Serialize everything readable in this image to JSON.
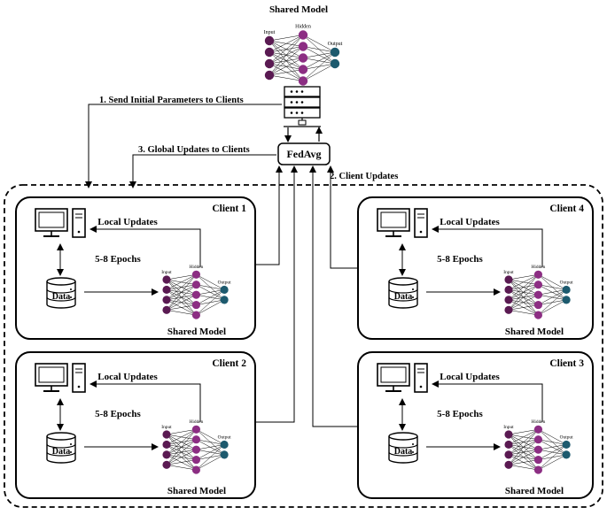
{
  "top": {
    "title": "Shared Model",
    "nn_input": "Input",
    "nn_hidden": "Hidden",
    "nn_output": "Output"
  },
  "server": {
    "icon": "server-rack-icon",
    "aggregator": "FedAvg"
  },
  "flows": {
    "send_initial": "1. Send Initial Parameters to Clients",
    "global_updates": "3. Global Updates to Clients",
    "client_updates": "2. Client Updates"
  },
  "clients": [
    {
      "name": "Client 1",
      "local_updates": "Local Updates",
      "epochs": "5-8 Epochs",
      "data": "Data",
      "model": "Shared Model",
      "nn_input": "Input",
      "nn_hidden": "Hidden",
      "nn_output": "Output"
    },
    {
      "name": "Client 4",
      "local_updates": "Local Updates",
      "epochs": "5-8 Epochs",
      "data": "Data",
      "model": "Shared Model",
      "nn_input": "Input",
      "nn_hidden": "Hidden",
      "nn_output": "Output"
    },
    {
      "name": "Client 2",
      "local_updates": "Local Updates",
      "epochs": "5-8 Epochs",
      "data": "Data",
      "model": "Shared Model",
      "nn_input": "Input",
      "nn_hidden": "Hidden",
      "nn_output": "Output"
    },
    {
      "name": "Client 3",
      "local_updates": "Local Updates",
      "epochs": "5-8 Epochs",
      "data": "Data",
      "model": "Shared Model",
      "nn_input": "Input",
      "nn_hidden": "Hidden",
      "nn_output": "Output"
    }
  ],
  "colors": {
    "input_node": "#5a1a52",
    "hidden_node": "#8c2e83",
    "output_node": "#1d5a6e",
    "line": "#000000"
  }
}
